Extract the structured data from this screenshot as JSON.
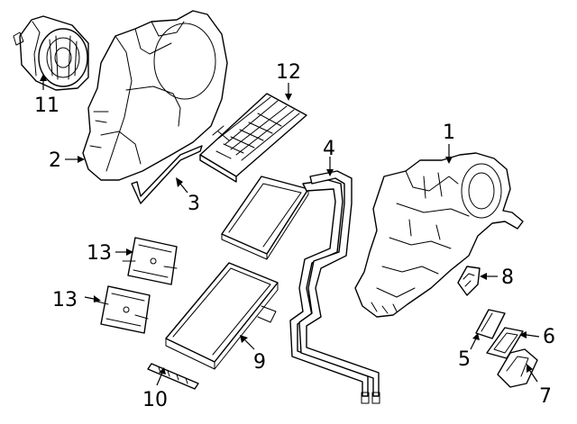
{
  "callouts": {
    "c1": "1",
    "c2": "2",
    "c3": "3",
    "c4": "4",
    "c5": "5",
    "c6": "6",
    "c7": "7",
    "c8": "8",
    "c9": "9",
    "c10": "10",
    "c11": "11",
    "c12": "12",
    "c13a": "13",
    "c13b": "13"
  },
  "colors": {
    "line": "#000000",
    "background": "#ffffff"
  }
}
